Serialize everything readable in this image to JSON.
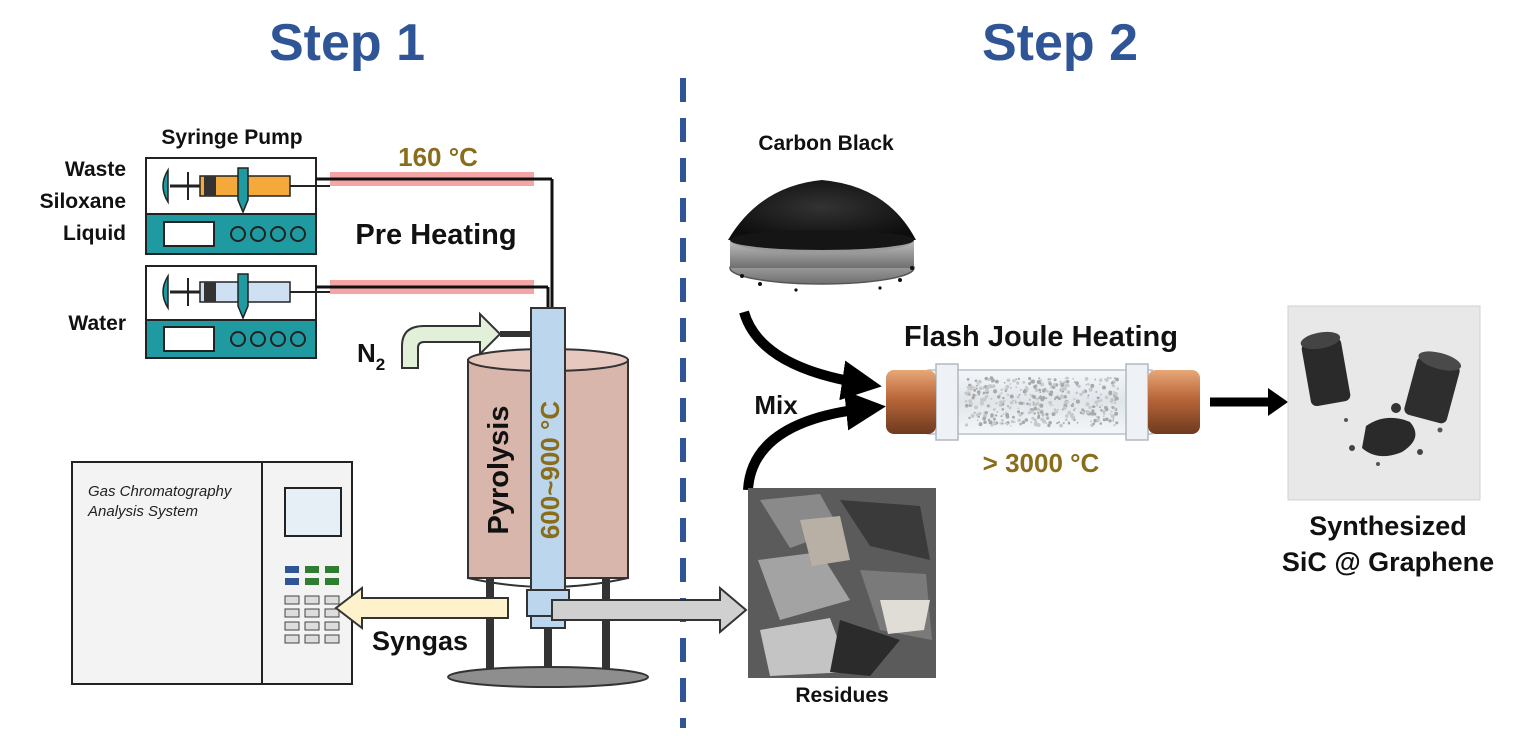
{
  "step1": {
    "title": "Step 1",
    "syringe_pump_label": "Syringe Pump",
    "waste_label_line1": "Waste",
    "waste_label_line2": "Siloxane",
    "waste_label_line3": "Liquid",
    "water_label": "Water",
    "preheat_temp": "160 °C",
    "preheat_label": "Pre Heating",
    "n2_label": "N",
    "n2_subscript": "2",
    "pyrolysis_label": "Pyrolysis",
    "pyrolysis_temp": "600~900 °C",
    "gc_label_line1": "Gas Chromatography",
    "gc_label_line2": "Analysis System",
    "syngas_label": "Syngas"
  },
  "step2": {
    "title": "Step 2",
    "carbon_black_label": "Carbon Black",
    "mix_label": "Mix",
    "fjh_label": "Flash Joule Heating",
    "fjh_temp": "> 3000 °C",
    "residues_label": "Residues",
    "product_line1": "Synthesized",
    "product_line2": "SiC @ Graphene"
  },
  "colors": {
    "title": "#2f5597",
    "temperature": "#8a6d1a",
    "heater_pink": "#f4a6a6",
    "pump_teal": "#1f9aa0",
    "furnace": "#d9b6ab",
    "reactor_tube": "#bcd6ee",
    "divider": "#2f5597"
  }
}
